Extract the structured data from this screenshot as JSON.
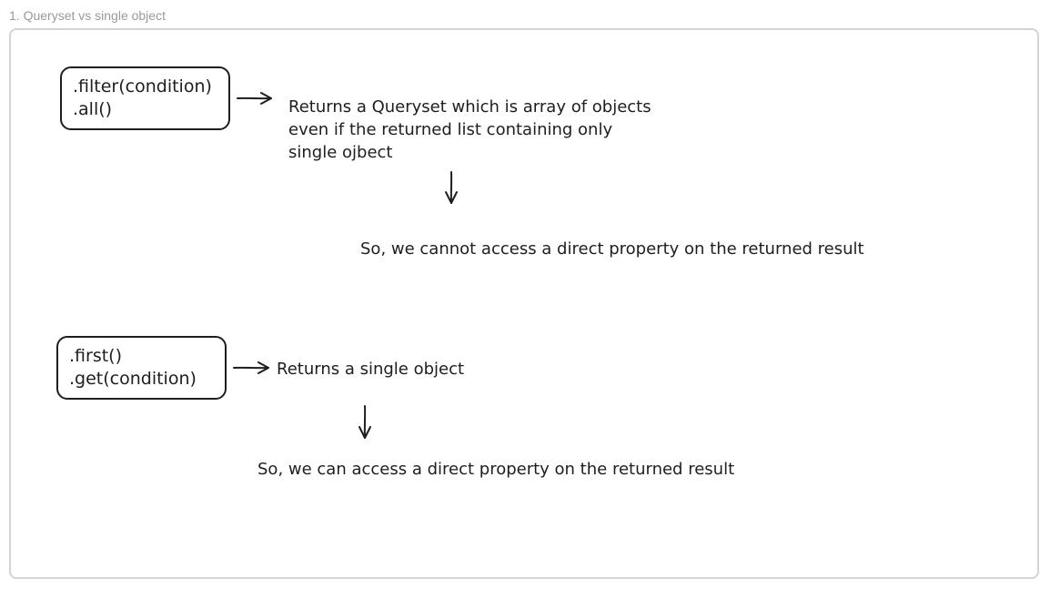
{
  "frame": {
    "title": "1. Queryset vs single object"
  },
  "section1": {
    "methods": [
      ".filter(condition)",
      ".all()"
    ],
    "result_lines": [
      "Returns a Queryset which is array of objects",
      "even if the returned list containing only",
      "single ojbect"
    ],
    "conclusion": "So, we cannot access a direct property on the returned result"
  },
  "section2": {
    "methods": [
      ".first()",
      ".get(condition)"
    ],
    "result": "Returns a single object",
    "conclusion": "So, we can access a direct property on the returned result"
  },
  "colors": {
    "ink": "#1e1e1e",
    "frame_border": "#d4d4d4",
    "frame_title": "#9a9a9a"
  }
}
